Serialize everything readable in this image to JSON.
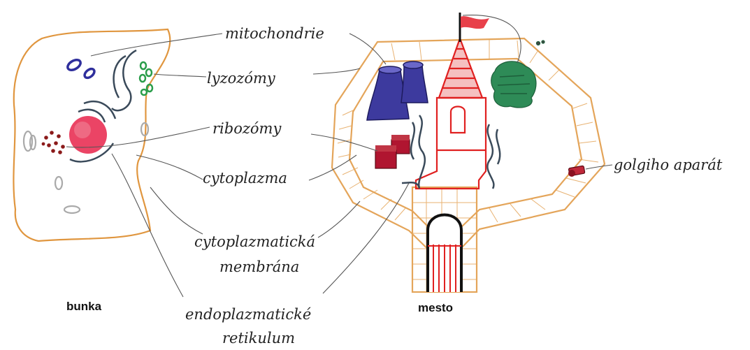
{
  "labels": {
    "mitochondrie": "mitochondrie",
    "lyzozomy": "lyzozómy",
    "ribozomy": "ribozómy",
    "cytoplazma": "cytoplazma",
    "membrana_line1": "cytoplazmatická",
    "membrana_line2": "membrána",
    "er_line1": "endoplazmatické",
    "er_line2": "retikulum",
    "golgi": "golgiho aparát"
  },
  "captions": {
    "cell": "bunka",
    "city": "mesto"
  },
  "colors": {
    "cell_outline": "#e0963f",
    "mitochondria": "#2f2f9c",
    "lysosome": "#2a9d4a",
    "nucleus": "#e8234a",
    "ribosome": "#8b1a1a",
    "er": "#3a4a5a",
    "wall": "#e4a55a",
    "tower": "#e02020",
    "flag": "#e8404a",
    "factory": "#3d3a9e",
    "trees": "#2e8b57"
  }
}
